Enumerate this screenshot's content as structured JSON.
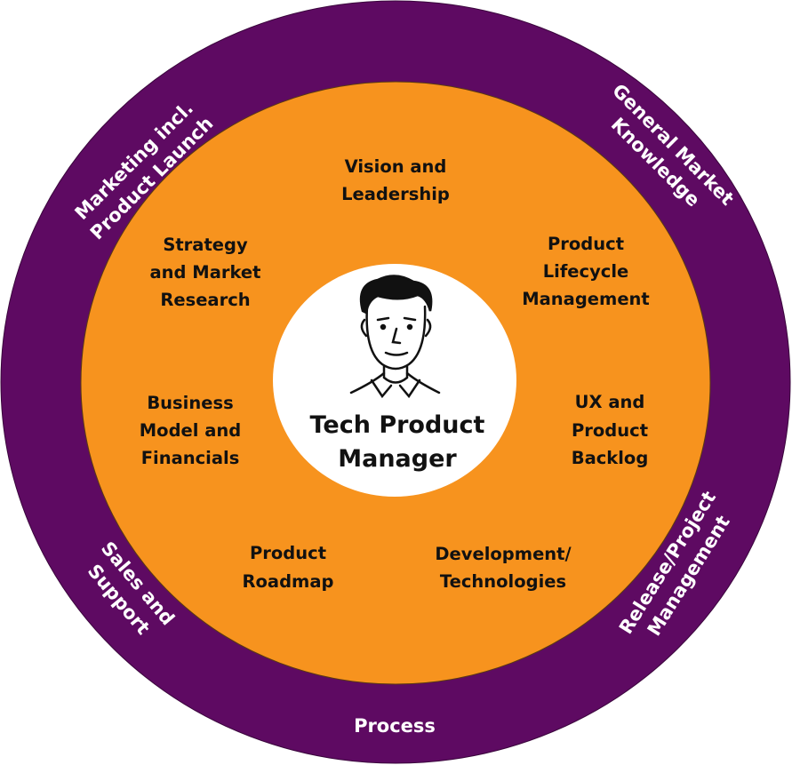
{
  "colors": {
    "outer_ring": "#5e0a62",
    "inner_ring": "#f7931e",
    "center": "#ffffff"
  },
  "center": {
    "line1": "Tech Product",
    "line2": "Manager",
    "icon": "person-portrait-icon"
  },
  "outer": {
    "marketing": [
      "Marketing incl.",
      "Product Launch"
    ],
    "general_market": [
      "General Market",
      "Knowledge"
    ],
    "sales": [
      "Sales and",
      "Support"
    ],
    "release": [
      "Release/Project",
      "Management"
    ],
    "process": "Process"
  },
  "inner": {
    "vision": [
      "Vision and",
      "Leadership"
    ],
    "strategy": [
      "Strategy",
      "and Market",
      "Research"
    ],
    "lifecycle": [
      "Product",
      "Lifecycle",
      "Management"
    ],
    "business": [
      "Business",
      "Model and",
      "Financials"
    ],
    "ux": [
      "UX and",
      "Product",
      "Backlog"
    ],
    "roadmap": [
      "Product",
      "Roadmap"
    ],
    "development": [
      "Development/",
      "Technologies"
    ]
  }
}
